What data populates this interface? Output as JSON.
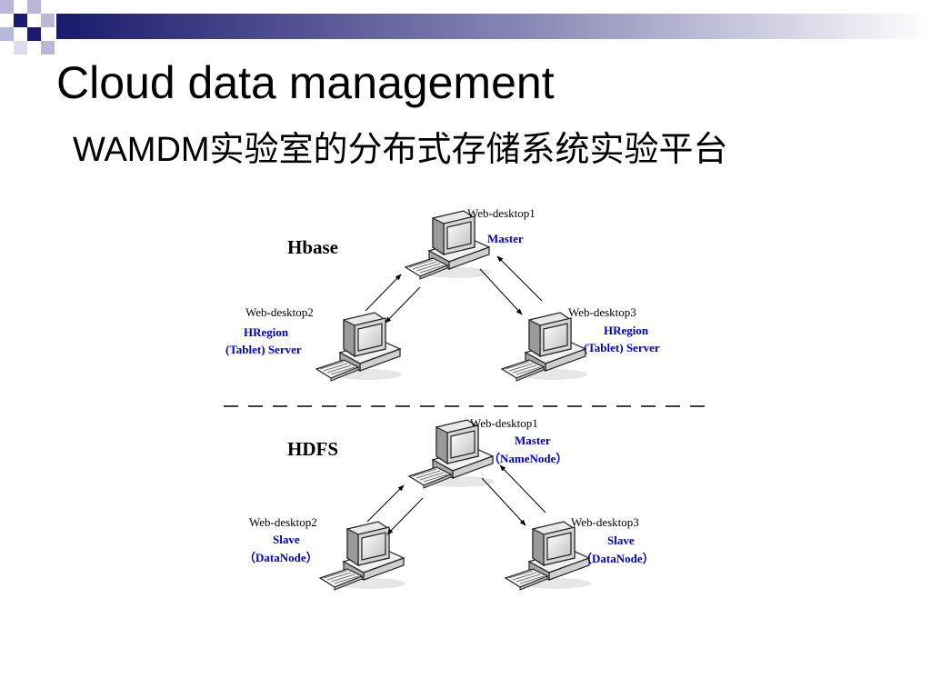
{
  "slide": {
    "title": "Cloud data management",
    "subtitle": "WAMDM实验室的分布式存储系统实验平台"
  },
  "hbase": {
    "section_label": "Hbase",
    "node1": {
      "name": "Web-desktop1",
      "role": "Master"
    },
    "node2": {
      "name": "Web-desktop2",
      "role_line1": "HRegion",
      "role_line2": "(Tablet) Server"
    },
    "node3": {
      "name": "Web-desktop3",
      "role_line1": "HRegion",
      "role_line2": "(Tablet) Server"
    }
  },
  "hdfs": {
    "section_label": "HDFS",
    "node1": {
      "name": "Web-desktop1",
      "role_line1": "Master",
      "role_line2": "（NameNode）"
    },
    "node2": {
      "name": "Web-desktop2",
      "role_line1": "Slave",
      "role_line2": "（DataNode）"
    },
    "node3": {
      "name": "Web-desktop3",
      "role_line1": "Slave",
      "role_line2": "（DataNode）"
    }
  },
  "colors": {
    "accent_navy": "#1a1a7a",
    "role_blue": "#0000cc",
    "square_gray": "#b8b8d8"
  }
}
